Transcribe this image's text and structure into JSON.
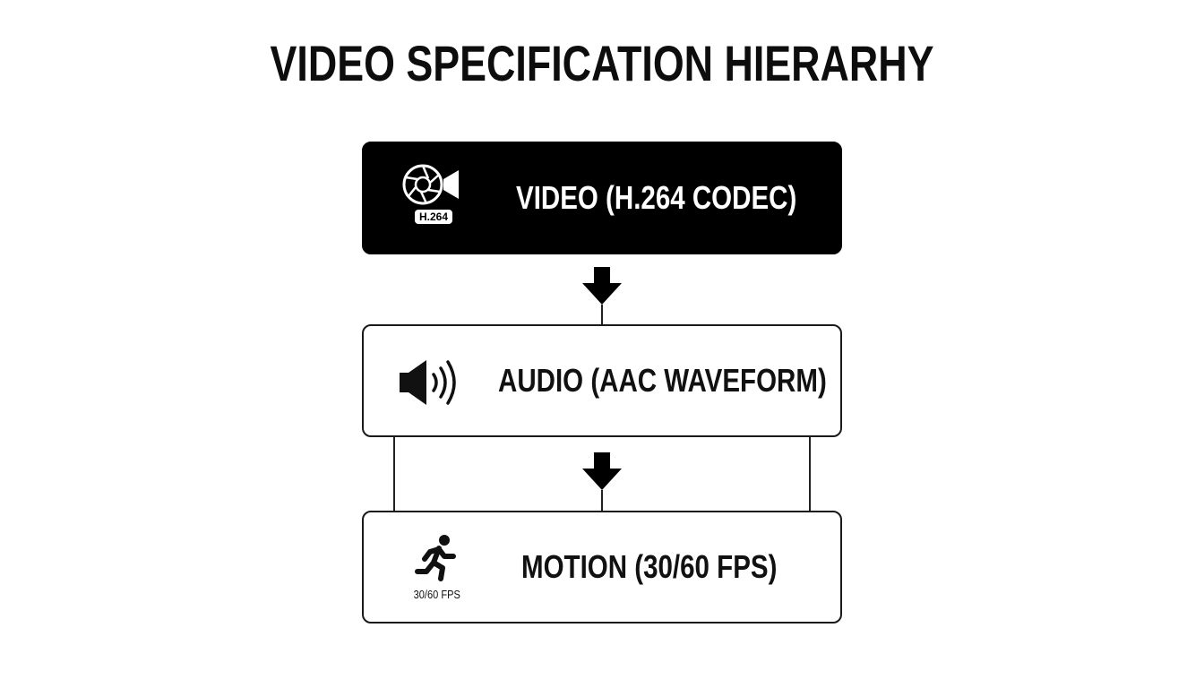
{
  "title": "VIDEO SPECIFICATION HIERARHY",
  "nodes": [
    {
      "label": "VIDEO (H.264 CODEC)",
      "icon": "video-camera-aperture-icon",
      "badge": "H.264",
      "style": "dark"
    },
    {
      "label": "AUDIO (AAC WAVEFORM)",
      "icon": "speaker-icon",
      "style": "light"
    },
    {
      "label": "MOTION (30/60 FPS)",
      "icon": "running-person-icon",
      "sub_label": "30/60 FPS",
      "style": "light"
    }
  ],
  "colors": {
    "dark_fill": "#000000",
    "border": "#1a1a1a",
    "background": "#ffffff"
  }
}
